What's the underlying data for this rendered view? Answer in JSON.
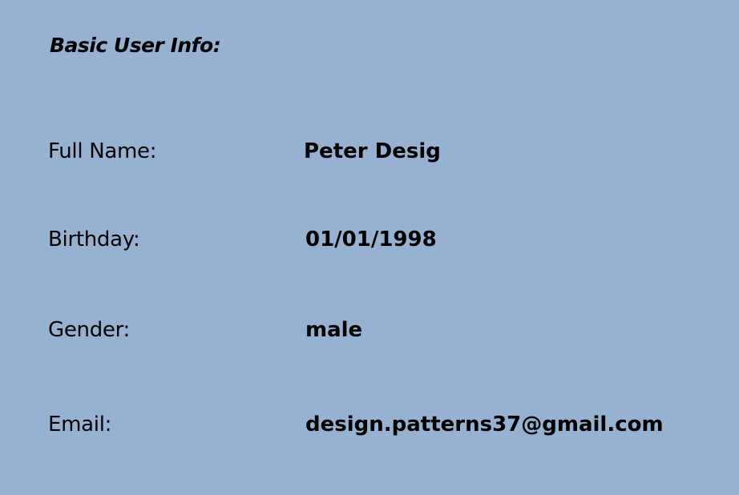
{
  "section": {
    "title": "Basic User Info:"
  },
  "fields": {
    "full_name": {
      "label": "Full Name:",
      "value": "Peter Desig"
    },
    "birthday": {
      "label": "Birthday:",
      "value": "01/01/1998"
    },
    "gender": {
      "label": "Gender:",
      "value": "male"
    },
    "email": {
      "label": "Email:",
      "value": "design.patterns37@gmail.com"
    }
  },
  "colors": {
    "background": "#97b2d1",
    "text": "#000000"
  }
}
